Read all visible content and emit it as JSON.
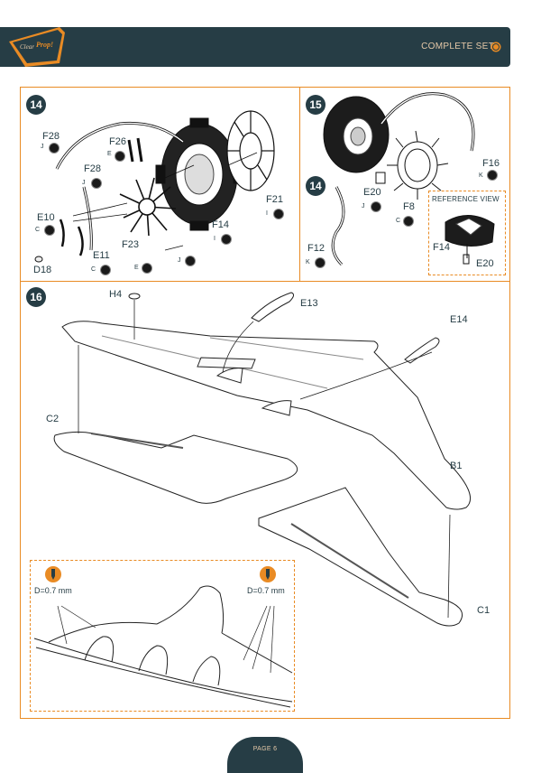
{
  "header": {
    "title": "COMPLETE SET",
    "logo_text": "Clear Prop!"
  },
  "steps": {
    "s14": {
      "number": "14",
      "labels": {
        "F28a": "F28",
        "F28a_sub": "J",
        "F26": "F26",
        "F26_sub": "E",
        "F28b": "F28",
        "F28b_sub": "J",
        "E10": "E10",
        "E10_sub": "C",
        "D18": "D18",
        "E11": "E11",
        "E11_sub": "C",
        "F23": "F23",
        "F23_sub": "E",
        "F21": "F21",
        "F21_sub": "I",
        "F14": "F14",
        "F14_sub": "I",
        "J_sub": "J"
      }
    },
    "s15": {
      "number": "15",
      "sub_number": "14",
      "labels": {
        "F16": "F16",
        "F16_sub": "K",
        "E20": "E20",
        "E20_sub": "J",
        "F8": "F8",
        "F8_sub": "C",
        "F12": "F12",
        "F12_sub": "K"
      },
      "reference": {
        "title": "REFERENCE VIEW",
        "F14": "F14",
        "E20": "E20"
      }
    },
    "s16": {
      "number": "16",
      "labels": {
        "H4": "H4",
        "E13": "E13",
        "E14": "E14",
        "C2": "C2",
        "B1": "B1",
        "C1": "C1"
      },
      "detail": {
        "drill_left": "D=0.7 mm",
        "drill_right": "D=0.7 mm"
      }
    }
  },
  "footer": {
    "page": "PAGE 6"
  },
  "colors": {
    "accent": "#e98b24",
    "dark": "#263d45",
    "text_light": "#e6c9a8"
  }
}
